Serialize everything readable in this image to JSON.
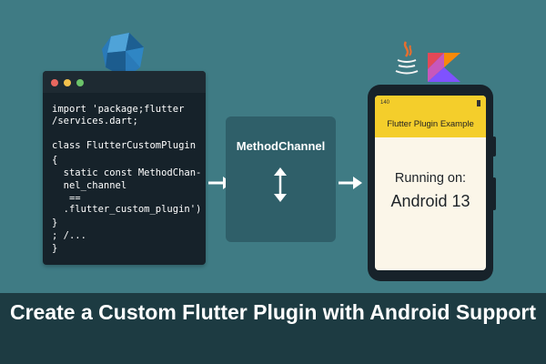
{
  "logos": {
    "dart": "dart-logo-icon",
    "java": "java-logo-icon",
    "kotlin": "kotlin-logo-icon"
  },
  "code": {
    "lines": [
      "import 'package;flutter",
      "/services.dart;",
      "class FlutterCustomPlugin",
      "{",
      "  static const MethodChan-",
      "  nel_channel",
      "   ==",
      "  .flutter_custom_plugin')",
      "}",
      "; /...",
      "}"
    ]
  },
  "channel": {
    "label": "MethodChannel"
  },
  "phone": {
    "status_time": "140",
    "app_title": "Flutter Plugin Example",
    "running_label": "Running on:",
    "platform_label": "Android 13"
  },
  "banner": {
    "title": "Create a Custom Flutter Plugin with Android Support"
  },
  "colors": {
    "background": "#3f7b84",
    "banner": "#1d3b42",
    "code_bg": "#16222a",
    "channel_box": "#2f5f69",
    "app_bar": "#f4ce2b",
    "phone_screen": "#fbf6e9"
  }
}
